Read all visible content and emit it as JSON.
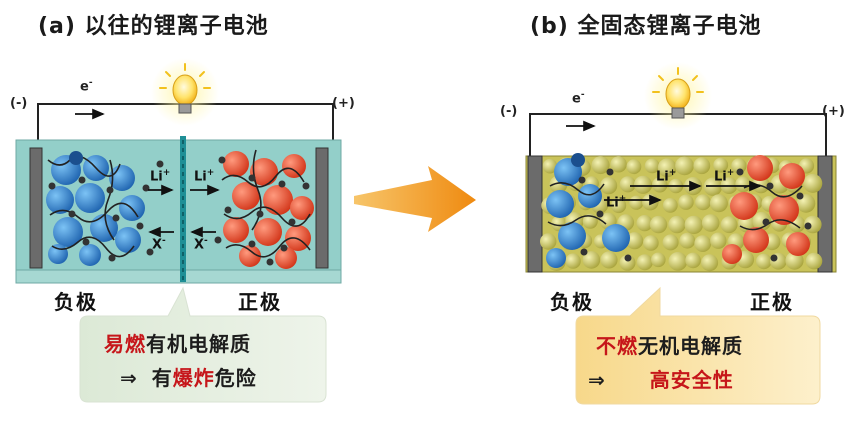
{
  "left_panel": {
    "title": "(a) 以往的锂离子电池",
    "electron": "e",
    "electron_sup": "-",
    "neg_terminal": "(-)",
    "pos_terminal": "(+)",
    "li_top_left": "Li",
    "li_top_right": "Li",
    "li_sup": "+",
    "x_left": "X",
    "x_right": "X",
    "x_sup": "-",
    "neg_label": "负极",
    "pos_label": "正极",
    "callout": {
      "line1_red": "易燃",
      "line1_rest": "有机电解质",
      "line2_arrow": "⇒",
      "line2_a": "有",
      "line2_red": "爆炸",
      "line2_b": "危险",
      "bg_color": "#e6efe1"
    },
    "electrolyte_color": "#93cfc9",
    "anode_color": "#2f7ec9",
    "cathode_color": "#e84a2c"
  },
  "right_panel": {
    "title": "(b) 全固态锂离子电池",
    "electron": "e",
    "electron_sup": "-",
    "neg_terminal": "(-)",
    "pos_terminal": "(+)",
    "li_1": "Li",
    "li_2": "Li",
    "li_3": "Li",
    "li_sup": "+",
    "neg_label": "负极",
    "pos_label": "正极",
    "callout": {
      "line1_red": "不燃",
      "line1_rest": "无机电解质",
      "line2_arrow": "⇒",
      "line2_red": "高安全性",
      "bg_color": "#fbe8b4"
    },
    "solid_electrolyte_color": "#d5d06a"
  },
  "center_arrow_color": "#f29a1e"
}
